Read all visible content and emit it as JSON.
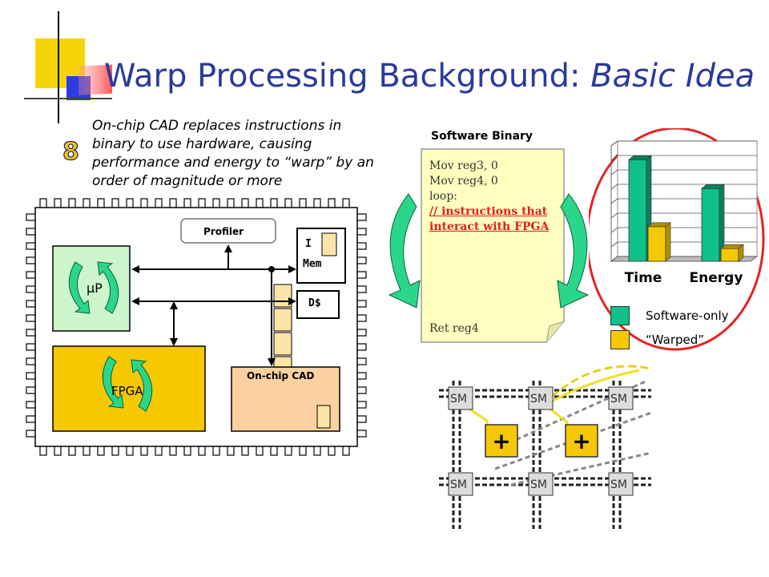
{
  "slide": {
    "title_main": "Warp Processing Background: ",
    "title_italic": "Basic Idea",
    "bullet_number": "8",
    "bullet_text": "On-chip CAD replaces instructions in binary to use hardware, causing performance and energy to “warp” by an order of magnitude or more"
  },
  "chip": {
    "profiler": "Profiler",
    "imem_line1": "I",
    "imem_line2": "Mem",
    "dcache": "D$",
    "up": "µP",
    "fpga": "FPGA",
    "cad": "On-chip CAD"
  },
  "binary": {
    "header": "Software Binary",
    "lines": [
      "Mov reg3, 0",
      "Mov reg4, 0",
      "loop:"
    ],
    "red_lines": [
      "// instructions that",
      "interact with FPGA"
    ],
    "last_line": "Ret reg4"
  },
  "chart_data": {
    "type": "bar",
    "categories": [
      "Time",
      "Energy"
    ],
    "series": [
      {
        "name": "Software-only",
        "values": [
          0.88,
          0.63
        ],
        "color": "#10c08a"
      },
      {
        "name": "“Warped”",
        "values": [
          0.3,
          0.11
        ],
        "color": "#f5c800"
      }
    ],
    "ylim": [
      0,
      1
    ],
    "grid": true,
    "legend_position": "bottom"
  },
  "legend": {
    "software_only": "Software-only",
    "warped": "“Warped”"
  },
  "fabric": {
    "sm_label": "SM",
    "plus_label": "+"
  }
}
